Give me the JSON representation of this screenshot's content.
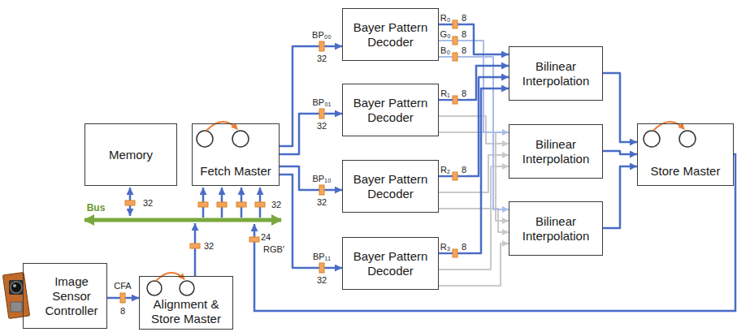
{
  "diagram": {
    "nodes": [
      {
        "text": [
          "Memory"
        ]
      },
      {
        "text": [
          "Fetch Master"
        ]
      },
      {
        "text": [
          "Bayer Pattern Decoder"
        ]
      },
      {
        "text": [
          "Bayer Pattern Decoder"
        ]
      },
      {
        "text": [
          "Bayer Pattern Decoder"
        ]
      },
      {
        "text": [
          "Bayer Pattern Decoder"
        ]
      },
      {
        "text": [
          "Bilinear Interpolation"
        ]
      },
      {
        "text": [
          "Bilinear Interpolation"
        ]
      },
      {
        "text": [
          "Bilinear Interpolation"
        ]
      },
      {
        "text": [
          "Store Master"
        ]
      },
      {
        "text": [
          "Image Sensor Controller"
        ]
      },
      {
        "text": [
          "Alignment & Store Master"
        ]
      }
    ],
    "edges": [
      {
        "from": 1,
        "to": 2,
        "arrow": "to"
      },
      {
        "from": 1,
        "to": 3,
        "arrow": "to"
      },
      {
        "from": 1,
        "to": 4,
        "arrow": "to"
      },
      {
        "from": 1,
        "to": 5,
        "arrow": "to"
      },
      {
        "from": 2,
        "to": 6,
        "arrow": "to"
      },
      {
        "from": 2,
        "to": 7,
        "arrow": "to"
      },
      {
        "from": 2,
        "to": 8,
        "arrow": "to"
      },
      {
        "from": 3,
        "to": 6,
        "arrow": "to"
      },
      {
        "from": 3,
        "to": 7,
        "arrow": "to"
      },
      {
        "from": 3,
        "to": 8,
        "arrow": "to"
      },
      {
        "from": 4,
        "to": 6,
        "arrow": "to"
      },
      {
        "from": 4,
        "to": 7,
        "arrow": "to"
      },
      {
        "from": 4,
        "to": 8,
        "arrow": "to"
      },
      {
        "from": 5,
        "to": 6,
        "arrow": "to"
      },
      {
        "from": 5,
        "to": 7,
        "arrow": "to"
      },
      {
        "from": 5,
        "to": 8,
        "arrow": "to"
      },
      {
        "from": 6,
        "to": 9,
        "arrow": "to"
      },
      {
        "from": 7,
        "to": 9,
        "arrow": "to"
      },
      {
        "from": 8,
        "to": 9,
        "arrow": "to"
      },
      {
        "from": 10,
        "to": 11,
        "arrow": "to"
      }
    ],
    "labels": [
      "BP₀₀",
      "32",
      "R₀",
      "8",
      "G₀",
      "8",
      "B₀",
      "8",
      "BP₀₁",
      "32",
      "R₁",
      "8",
      "32",
      "Bus",
      "32",
      "BP₁₀",
      "32",
      "R₂",
      "8",
      "32",
      "24",
      "RGB′",
      "BP₁₁",
      "32",
      "R₃",
      "8",
      "CFA",
      "8"
    ]
  }
}
